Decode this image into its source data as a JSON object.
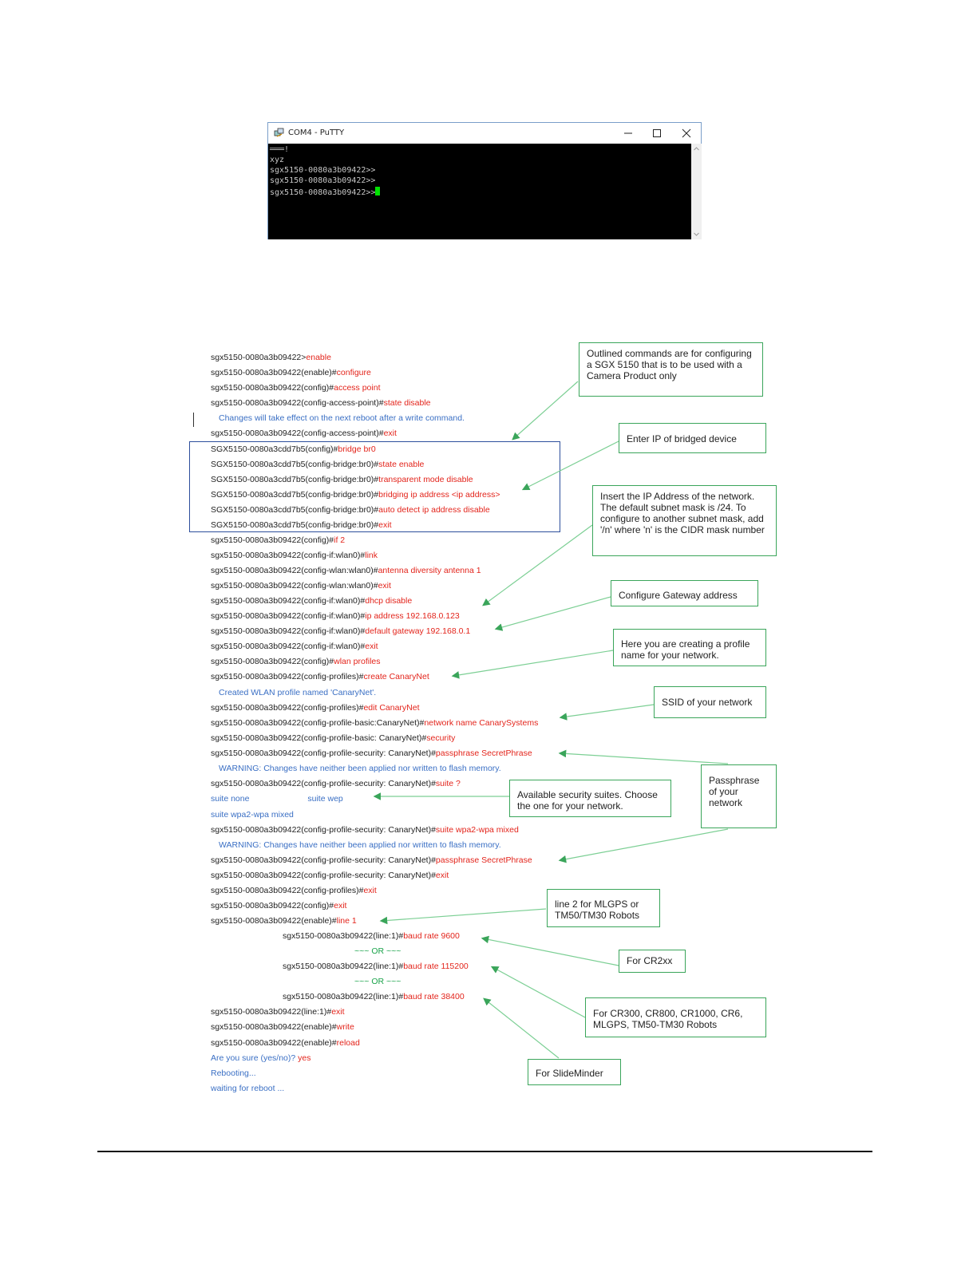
{
  "putty": {
    "title": "COM4 - PuTTY",
    "terminal_lines": [
      "═══!",
      "xyz",
      "sgx5150-0080a3b09422>>",
      "sgx5150-0080a3b09422>>",
      "sgx5150-0080a3b09422>>"
    ]
  },
  "cli": [
    {
      "p": "sgx5150-0080a3b09422>",
      "c": "enable"
    },
    {
      "p": "sgx5150-0080a3b09422(enable)#",
      "c": "configure"
    },
    {
      "p": "sgx5150-0080a3b09422(config)#",
      "c": "access point"
    },
    {
      "p": "sgx5150-0080a3b09422(config-access-point)#",
      "c": "state disable"
    },
    {
      "p": "",
      "m": "Changes will take effect on the next reboot after a write command."
    },
    {
      "p": "sgx5150-0080a3b09422(config-access-point)#",
      "c": "exit"
    },
    {
      "p": "SGX5150-0080a3cdd7b5(config)#",
      "c": "bridge br0"
    },
    {
      "p": "SGX5150-0080a3cdd7b5(config-bridge:br0)#",
      "c": "state enable"
    },
    {
      "p": "SGX5150-0080a3cdd7b5(config-bridge:br0)#",
      "c": "transparent mode disable"
    },
    {
      "p": "SGX5150-0080a3cdd7b5(config-bridge:br0)#",
      "c": "bridging ip address <ip address>"
    },
    {
      "p": "SGX5150-0080a3cdd7b5(config-bridge:br0)#",
      "c": "auto detect ip address disable"
    },
    {
      "p": "SGX5150-0080a3cdd7b5(config-bridge:br0)#",
      "c": "exit"
    },
    {
      "p": "sgx5150-0080a3b09422(config)#",
      "c": "if 2"
    },
    {
      "p": "sgx5150-0080a3b09422(config-if:wlan0)#",
      "c": "link"
    },
    {
      "p": "sgx5150-0080a3b09422(config-wlan:wlan0)#",
      "c": "antenna diversity antenna 1"
    },
    {
      "p": "sgx5150-0080a3b09422(config-wlan:wlan0)#",
      "c": "exit"
    },
    {
      "p": "sgx5150-0080a3b09422(config-if:wlan0)#",
      "c": "dhcp disable"
    },
    {
      "p": "sgx5150-0080a3b09422(config-if:wlan0)#",
      "c": "ip address 192.168.0.123"
    },
    {
      "p": "sgx5150-0080a3b09422(config-if:wlan0)#",
      "c": "default gateway 192.168.0.1"
    },
    {
      "p": "sgx5150-0080a3b09422(config-if:wlan0)#",
      "c": "exit"
    },
    {
      "p": "sgx5150-0080a3b09422(config)#",
      "c": "wlan profiles"
    },
    {
      "p": "sgx5150-0080a3b09422(config-profiles)#",
      "c": "create CanaryNet"
    },
    {
      "p": "",
      "m": "Created WLAN profile named 'CanaryNet'."
    },
    {
      "p": "sgx5150-0080a3b09422(config-profiles)#",
      "c": "edit CanaryNet"
    },
    {
      "p": "sgx5150-0080a3b09422(config-profile-basic:CanaryNet)#",
      "c": "network name CanarySystems"
    },
    {
      "p": "sgx5150-0080a3b09422(config-profile-basic: CanaryNet)#",
      "c": "security"
    },
    {
      "p": "sgx5150-0080a3b09422(config-profile-security: CanaryNet)#",
      "c": "passphrase SecretPhrase"
    },
    {
      "p": "",
      "m": "WARNING: Changes have neither been applied nor written to flash memory."
    },
    {
      "p": "sgx5150-0080a3b09422(config-profile-security: CanaryNet)#",
      "c": "suite ?"
    },
    {
      "p": "",
      "m": "suite none                         suite wep"
    },
    {
      "p": "",
      "m": "suite wpa2-wpa mixed"
    },
    {
      "p": "sgx5150-0080a3b09422(config-profile-security: CanaryNet)#",
      "c": "suite wpa2-wpa mixed"
    },
    {
      "p": "",
      "m": "WARNING: Changes have neither been applied nor written to flash memory."
    },
    {
      "p": "sgx5150-0080a3b09422(config-profile-security: CanaryNet)#",
      "c": "passphrase SecretPhrase"
    },
    {
      "p": "sgx5150-0080a3b09422(config-profile-security: CanaryNet)#",
      "c": "exit"
    },
    {
      "p": "sgx5150-0080a3b09422(config-profiles)#",
      "c": "exit"
    },
    {
      "p": "sgx5150-0080a3b09422(config)#",
      "c": "exit"
    },
    {
      "p": "sgx5150-0080a3b09422(enable)#",
      "c": "line 1"
    },
    {
      "p": "sgx5150-0080a3b09422(line:1)#",
      "c": "baud rate 9600"
    },
    {
      "p": "",
      "g": "~~~ OR ~~~"
    },
    {
      "p": "sgx5150-0080a3b09422(line:1)#",
      "c": "baud rate 115200"
    },
    {
      "p": "",
      "g": "~~~ OR ~~~"
    },
    {
      "p": "sgx5150-0080a3b09422(line:1)#",
      "c": "baud rate 38400"
    },
    {
      "p": "sgx5150-0080a3b09422(line:1)#",
      "c": "exit"
    },
    {
      "p": "sgx5150-0080a3b09422(enable)#",
      "c": "write"
    },
    {
      "p": "sgx5150-0080a3b09422(enable)#",
      "c": "reload"
    },
    {
      "p": "",
      "m": "Are you sure (yes/no)? ",
      "c": "yes"
    },
    {
      "p": "",
      "m": "Rebooting..."
    },
    {
      "p": "",
      "m": "waiting for reboot ..."
    }
  ],
  "callouts": {
    "outlined": "Outlined commands are for configuring a SGX 5150 that is to be used with a Camera Product only",
    "bridged_ip": "Enter IP of bridged device",
    "network_ip": "Insert the IP Address of the network. The default subnet mask is /24. To configure to another subnet mask, add '/n' where 'n' is the CIDR mask number",
    "gateway": "Configure Gateway address",
    "profile": "Here you are creating a profile name for your network.",
    "ssid": "SSID of your network",
    "passphrase": "Passphrase of your network",
    "suites": "Available security suites. Choose the one for your network.",
    "line2": "line 2 for MLGPS or TM50/TM30 Robots",
    "cr2xx": "For CR2xx",
    "cr300": "For CR300, CR800, CR1000, CR6, MLGPS, TM50-TM30 Robots",
    "slideminder": "For SlideMinder"
  },
  "colors": {
    "command": "#e3241b",
    "message": "#3a6fc4",
    "callout_border": "#3aa55a",
    "outline": "#2d4e9c"
  }
}
